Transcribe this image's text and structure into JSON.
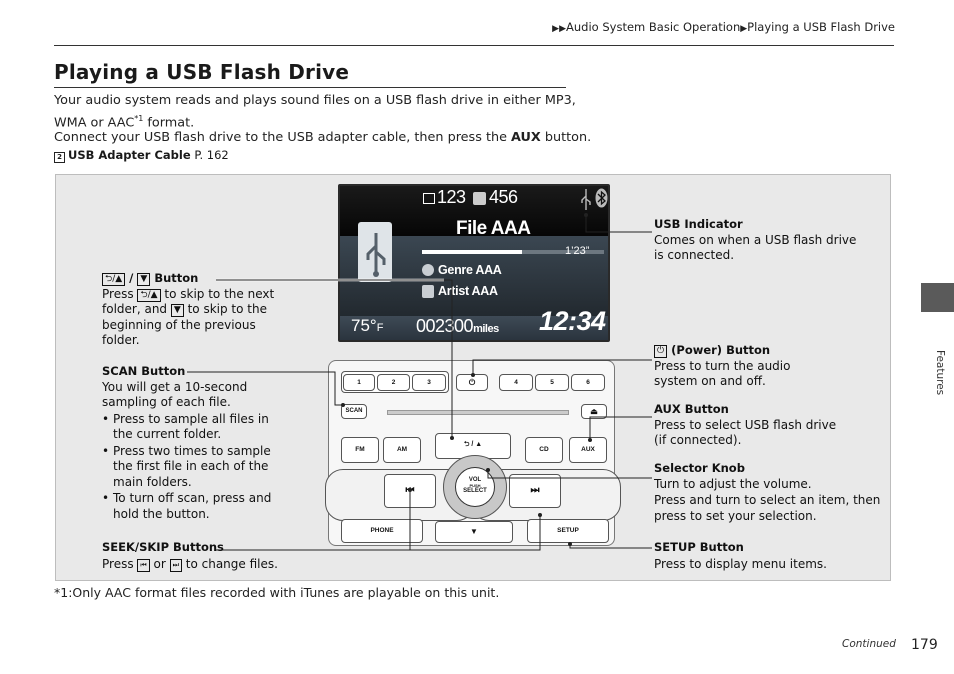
{
  "header": {
    "breadcrumb_marks": "▶▶",
    "breadcrumb_parent": "Audio System Basic Operation",
    "breadcrumb_sep": "▶",
    "breadcrumb_current": "Playing a USB Flash Drive"
  },
  "section": {
    "title": "Playing a USB Flash Drive",
    "para1_a": "Your audio system reads and plays sound files on a USB flash drive in either MP3,",
    "para1_b": "WMA or AAC",
    "para1_sup": "*1",
    "para1_c": " format.",
    "para2_a": "Connect your USB flash drive to the USB adapter cable, then press the ",
    "para2_bold": "AUX",
    "para2_c": " button.",
    "ref_icon": "2",
    "ref_label": "USB Adapter Cable",
    "ref_page": " P. 162"
  },
  "screen": {
    "folder_num": "123",
    "track_num": "456",
    "file_name": "File AAA",
    "elapsed": "1’23”",
    "genre": "Genre AAA",
    "artist": "Artist AAA",
    "temp": "75°",
    "temp_unit": "F",
    "odometer": "002300",
    "odo_unit": "miles",
    "clock": "12:34"
  },
  "unit": {
    "preset_1": "1",
    "preset_2": "2",
    "preset_3": "3",
    "preset_4": "4",
    "preset_5": "5",
    "preset_6": "6",
    "power_glyph": "⏻",
    "scan": "SCAN",
    "eject": "⏏",
    "fm": "FM",
    "am": "AM",
    "back_up": "⮌ / ▲",
    "cd": "CD",
    "aux": "AUX",
    "seek_back": "⏮",
    "seek_fwd": "⏭",
    "knob_vol": "VOL",
    "knob_push": "PUSH",
    "knob_select": "SELECT",
    "phone": "PHONE",
    "setup": "SETUP",
    "down": "▼"
  },
  "annotations": {
    "back_key1": "⮌/▲",
    "back_slash": " / ",
    "back_key2": "▼",
    "back_title": " Button",
    "back_l1_a": "Press ",
    "back_l1_b": " to skip to the next",
    "back_l2_a": "folder, and ",
    "back_l2_b": " to skip to the",
    "back_l3": "beginning of the previous",
    "back_l4": "folder.",
    "scan_title": "SCAN Button",
    "scan_l1": "You will get a 10-second",
    "scan_l2": "sampling of each file.",
    "scan_b1": "Press to sample all files in the current folder.",
    "scan_b2": "Press two times to sample the first file in each of the main folders.",
    "scan_b3": "To turn off scan, press and hold the button.",
    "seek_title": "SEEK/SKIP Buttons",
    "seek_a": "Press ",
    "seek_icon1": "⏮",
    "seek_or": " or ",
    "seek_icon2": "⏭",
    "seek_b": " to change files.",
    "usb_title": "USB Indicator",
    "usb_l1": "Comes on when a USB flash drive",
    "usb_l2": "is connected.",
    "power_icon": "⏻",
    "power_title": " (Power) Button",
    "power_l1": "Press to turn the audio",
    "power_l2": "system on and off.",
    "aux_title": "AUX Button",
    "aux_l1": "Press to select USB flash drive",
    "aux_l2": "(if connected).",
    "knob_title": "Selector Knob",
    "knob_l1": "Turn to adjust the volume.",
    "knob_l2": "Press and turn to select an item, then",
    "knob_l3": "press to set your selection.",
    "setup_title": "SETUP Button",
    "setup_l1": "Press to display menu items."
  },
  "footer": {
    "footnote": "*1:Only AAC format files recorded with iTunes are playable on this unit.",
    "side_label": "Features",
    "continued": "Continued",
    "page": "179"
  }
}
